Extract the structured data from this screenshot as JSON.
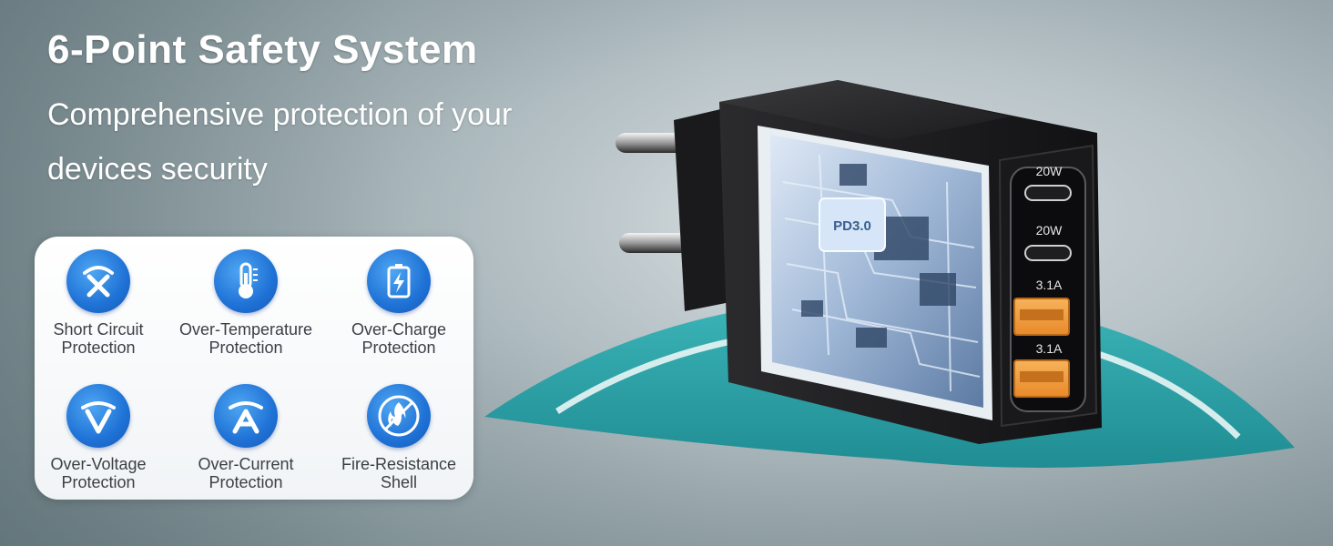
{
  "header": {
    "title": "6-Point Safety System",
    "subtitle": "Comprehensive protection of your devices security"
  },
  "features": [
    {
      "icon": "short-circuit-icon",
      "line1": "Short Circuit",
      "line2": "Protection"
    },
    {
      "icon": "thermometer-icon",
      "line1": "Over-Temperature",
      "line2": "Protection"
    },
    {
      "icon": "battery-charge-icon",
      "line1": "Over-Charge",
      "line2": "Protection"
    },
    {
      "icon": "voltage-icon",
      "line1": "Over-Voltage",
      "line2": "Protection"
    },
    {
      "icon": "current-icon",
      "line1": "Over-Current",
      "line2": "Protection"
    },
    {
      "icon": "fire-icon",
      "line1": "Fire-Resistance",
      "line2": "Shell"
    }
  ],
  "product": {
    "chip_label": "PD3.0",
    "ports": [
      {
        "type": "usb-c",
        "rating": "20W"
      },
      {
        "type": "usb-c",
        "rating": "20W"
      },
      {
        "type": "usb-a",
        "rating": "3.1A"
      },
      {
        "type": "usb-a",
        "rating": "3.1A"
      }
    ]
  },
  "colors": {
    "icon_blue": "#1f72d6",
    "teal": "#2aa3a7",
    "panel": "#ffffff"
  }
}
